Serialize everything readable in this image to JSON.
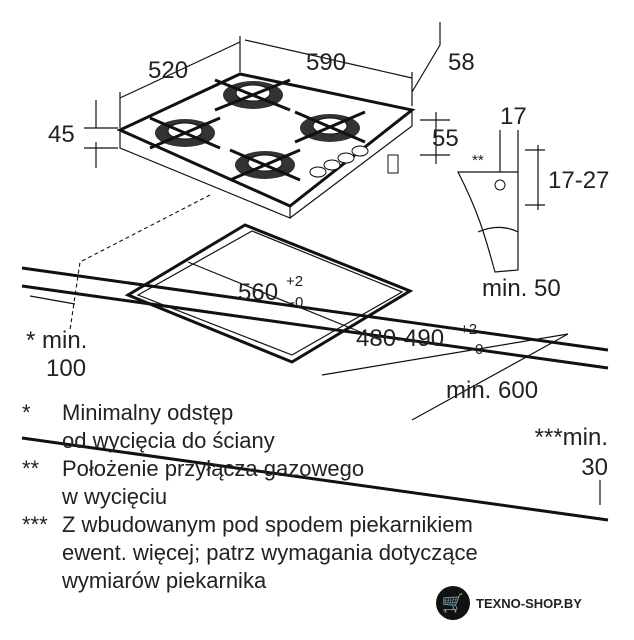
{
  "dimensions": {
    "hob_depth": "520",
    "hob_width": "590",
    "hob_thickness": "45",
    "knob_offset": "58",
    "side_height": "55",
    "gas_connector_offset": "17",
    "connector_note_mark": "**",
    "connector_height": "17-27",
    "cutout_width_main": "560",
    "cutout_width_tol_upper": "+2",
    "cutout_width_tol_lower": "-0",
    "cutout_depth_main": "480-490",
    "cutout_depth_tol_upper": "+2",
    "cutout_depth_tol_lower": "-0",
    "min_front": "min. 50",
    "min_depth": "min. 600",
    "min_wall_mark": "*",
    "min_wall_label": "min.",
    "min_wall_value": "100",
    "min_below_label": "***min.",
    "min_below_value": "30"
  },
  "notes": [
    {
      "mark": "*",
      "line1": "Minimalny odstęp",
      "line2": "od wycięcia do ściany"
    },
    {
      "mark": "**",
      "line1": "Położenie przyłącza gazowego",
      "line2": "w wycięciu"
    },
    {
      "mark": "***",
      "line1": "Z wbudowanym pod spodem piekarnikiem",
      "line2": "ewent. więcej; patrz wymagania dotyczące",
      "line3": "wymiarów piekarnika"
    }
  ],
  "watermark": {
    "brand": "TEXNO-SHOP.BY",
    "icon": "cart-icon"
  }
}
